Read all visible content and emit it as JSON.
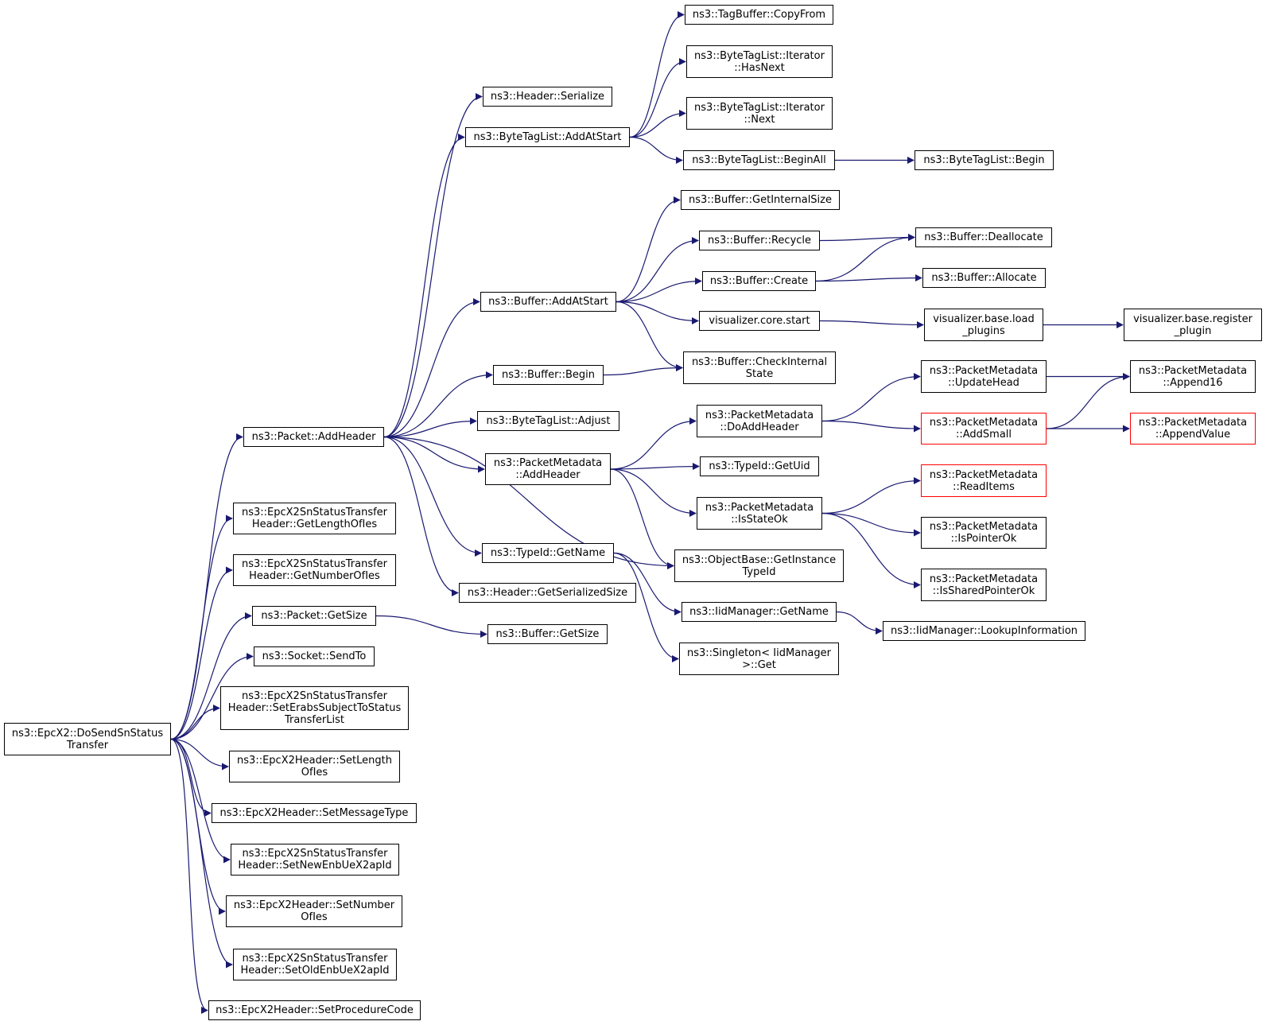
{
  "colors": {
    "edge": "#191970",
    "border": "#000000",
    "highlight_border": "#ff0000",
    "root_fill": "#bfbfbf"
  },
  "nodes": {
    "dosend": {
      "lines": [
        "ns3::EpcX2::DoSendSnStatus",
        "Transfer"
      ],
      "style": "root"
    },
    "pkt_addheader": {
      "lines": [
        "ns3::Packet::AddHeader"
      ]
    },
    "getlengthofies": {
      "lines": [
        "ns3::EpcX2SnStatusTransfer",
        "Header::GetLengthOfIes"
      ]
    },
    "getnumberofies": {
      "lines": [
        "ns3::EpcX2SnStatusTransfer",
        "Header::GetNumberOfIes"
      ]
    },
    "pkt_getsize": {
      "lines": [
        "ns3::Packet::GetSize"
      ]
    },
    "socket_sendto": {
      "lines": [
        "ns3::Socket::SendTo"
      ]
    },
    "seterabs": {
      "lines": [
        "ns3::EpcX2SnStatusTransfer",
        "Header::SetErabsSubjectToStatus",
        "TransferList"
      ]
    },
    "setlengthofies": {
      "lines": [
        "ns3::EpcX2Header::SetLength",
        "OfIes"
      ]
    },
    "setmessagetype": {
      "lines": [
        "ns3::EpcX2Header::SetMessageType"
      ]
    },
    "setnewenb": {
      "lines": [
        "ns3::EpcX2SnStatusTransfer",
        "Header::SetNewEnbUeX2apId"
      ]
    },
    "setnumberofies": {
      "lines": [
        "ns3::EpcX2Header::SetNumber",
        "OfIes"
      ]
    },
    "setoldenb": {
      "lines": [
        "ns3::EpcX2SnStatusTransfer",
        "Header::SetOldEnbUeX2apId"
      ]
    },
    "setprocedurecode": {
      "lines": [
        "ns3::EpcX2Header::SetProcedureCode"
      ]
    },
    "header_serialize": {
      "lines": [
        "ns3::Header::Serialize"
      ]
    },
    "btl_addatstart": {
      "lines": [
        "ns3::ByteTagList::AddAtStart"
      ]
    },
    "buf_addatstart": {
      "lines": [
        "ns3::Buffer::AddAtStart"
      ]
    },
    "buf_begin": {
      "lines": [
        "ns3::Buffer::Begin"
      ]
    },
    "btl_adjust": {
      "lines": [
        "ns3::ByteTagList::Adjust"
      ]
    },
    "pm_addheader": {
      "lines": [
        "ns3::PacketMetadata",
        "::AddHeader"
      ]
    },
    "typeid_getname": {
      "lines": [
        "ns3::TypeId::GetName"
      ]
    },
    "header_getserializedsize": {
      "lines": [
        "ns3::Header::GetSerializedSize"
      ]
    },
    "buf_getsize": {
      "lines": [
        "ns3::Buffer::GetSize"
      ]
    },
    "tagbuffer_copyfrom": {
      "lines": [
        "ns3::TagBuffer::CopyFrom"
      ]
    },
    "btl_it_hasnext": {
      "lines": [
        "ns3::ByteTagList::Iterator",
        "::HasNext"
      ]
    },
    "btl_it_next": {
      "lines": [
        "ns3::ByteTagList::Iterator",
        "::Next"
      ]
    },
    "btl_beginall": {
      "lines": [
        "ns3::ByteTagList::BeginAll"
      ]
    },
    "buf_getinternalsize": {
      "lines": [
        "ns3::Buffer::GetInternalSize"
      ]
    },
    "buf_recycle": {
      "lines": [
        "ns3::Buffer::Recycle"
      ]
    },
    "buf_create": {
      "lines": [
        "ns3::Buffer::Create"
      ]
    },
    "vis_core_start": {
      "lines": [
        "visualizer.core.start"
      ]
    },
    "buf_checkinternalstate": {
      "lines": [
        "ns3::Buffer::CheckInternal",
        "State"
      ]
    },
    "pm_doaddheader": {
      "lines": [
        "ns3::PacketMetadata",
        "::DoAddHeader"
      ]
    },
    "typeid_getuid": {
      "lines": [
        "ns3::TypeId::GetUid"
      ]
    },
    "pm_isstateok": {
      "lines": [
        "ns3::PacketMetadata",
        "::IsStateOk"
      ]
    },
    "objbase_getinstancetypeid": {
      "lines": [
        "ns3::ObjectBase::GetInstance",
        "TypeId"
      ]
    },
    "iidmanager_getname": {
      "lines": [
        "ns3::IidManager::GetName"
      ]
    },
    "singleton_get": {
      "lines": [
        "ns3::Singleton< IidManager",
        ">::Get"
      ]
    },
    "btl_begin": {
      "lines": [
        "ns3::ByteTagList::Begin"
      ]
    },
    "buf_deallocate": {
      "lines": [
        "ns3::Buffer::Deallocate"
      ]
    },
    "buf_allocate": {
      "lines": [
        "ns3::Buffer::Allocate"
      ]
    },
    "vis_base_load_plugins": {
      "lines": [
        "visualizer.base.load",
        "_plugins"
      ]
    },
    "pm_updatehead": {
      "lines": [
        "ns3::PacketMetadata",
        "::UpdateHead"
      ]
    },
    "pm_addsmall": {
      "lines": [
        "ns3::PacketMetadata",
        "::AddSmall"
      ],
      "style": "red"
    },
    "pm_readitems": {
      "lines": [
        "ns3::PacketMetadata",
        "::ReadItems"
      ],
      "style": "red"
    },
    "pm_ispointerok": {
      "lines": [
        "ns3::PacketMetadata",
        "::IsPointerOk"
      ]
    },
    "pm_issharedpointerok": {
      "lines": [
        "ns3::PacketMetadata",
        "::IsSharedPointerOk"
      ]
    },
    "iidmanager_lookupinformation": {
      "lines": [
        "ns3::IidManager::LookupInformation"
      ]
    },
    "vis_base_register_plugin": {
      "lines": [
        "visualizer.base.register",
        "_plugin"
      ]
    },
    "pm_append16": {
      "lines": [
        "ns3::PacketMetadata",
        "::Append16"
      ]
    },
    "pm_appendvalue": {
      "lines": [
        "ns3::PacketMetadata",
        "::AppendValue"
      ],
      "style": "red"
    }
  },
  "edges": [
    [
      "dosend",
      "pkt_addheader"
    ],
    [
      "dosend",
      "getlengthofies"
    ],
    [
      "dosend",
      "getnumberofies"
    ],
    [
      "dosend",
      "pkt_getsize"
    ],
    [
      "dosend",
      "socket_sendto"
    ],
    [
      "dosend",
      "seterabs"
    ],
    [
      "dosend",
      "setlengthofies"
    ],
    [
      "dosend",
      "setmessagetype"
    ],
    [
      "dosend",
      "setnewenb"
    ],
    [
      "dosend",
      "setnumberofies"
    ],
    [
      "dosend",
      "setoldenb"
    ],
    [
      "dosend",
      "setprocedurecode"
    ],
    [
      "pkt_addheader",
      "header_serialize"
    ],
    [
      "pkt_addheader",
      "btl_addatstart"
    ],
    [
      "pkt_addheader",
      "buf_addatstart"
    ],
    [
      "pkt_addheader",
      "buf_begin"
    ],
    [
      "pkt_addheader",
      "btl_adjust"
    ],
    [
      "pkt_addheader",
      "pm_addheader"
    ],
    [
      "pkt_addheader",
      "typeid_getname"
    ],
    [
      "pkt_addheader",
      "header_getserializedsize"
    ],
    [
      "pkt_addheader",
      "objbase_getinstancetypeid"
    ],
    [
      "pkt_getsize",
      "buf_getsize"
    ],
    [
      "btl_addatstart",
      "tagbuffer_copyfrom"
    ],
    [
      "btl_addatstart",
      "btl_it_hasnext"
    ],
    [
      "btl_addatstart",
      "btl_it_next"
    ],
    [
      "btl_addatstart",
      "btl_beginall"
    ],
    [
      "btl_beginall",
      "btl_begin"
    ],
    [
      "buf_addatstart",
      "buf_getinternalsize"
    ],
    [
      "buf_addatstart",
      "buf_recycle"
    ],
    [
      "buf_addatstart",
      "buf_create"
    ],
    [
      "buf_addatstart",
      "vis_core_start"
    ],
    [
      "buf_addatstart",
      "buf_checkinternalstate"
    ],
    [
      "buf_begin",
      "buf_checkinternalstate"
    ],
    [
      "buf_recycle",
      "buf_deallocate"
    ],
    [
      "buf_create",
      "buf_deallocate"
    ],
    [
      "buf_create",
      "buf_allocate"
    ],
    [
      "vis_core_start",
      "vis_base_load_plugins"
    ],
    [
      "vis_base_load_plugins",
      "vis_base_register_plugin"
    ],
    [
      "pm_addheader",
      "pm_doaddheader"
    ],
    [
      "pm_addheader",
      "typeid_getuid"
    ],
    [
      "pm_addheader",
      "pm_isstateok"
    ],
    [
      "pm_addheader",
      "objbase_getinstancetypeid"
    ],
    [
      "pm_doaddheader",
      "pm_updatehead"
    ],
    [
      "pm_doaddheader",
      "pm_addsmall"
    ],
    [
      "pm_updatehead",
      "pm_append16"
    ],
    [
      "pm_addsmall",
      "pm_append16"
    ],
    [
      "pm_addsmall",
      "pm_appendvalue"
    ],
    [
      "pm_isstateok",
      "pm_readitems"
    ],
    [
      "pm_isstateok",
      "pm_ispointerok"
    ],
    [
      "pm_isstateok",
      "pm_issharedpointerok"
    ],
    [
      "typeid_getname",
      "iidmanager_getname"
    ],
    [
      "typeid_getname",
      "singleton_get"
    ],
    [
      "iidmanager_getname",
      "iidmanager_lookupinformation"
    ]
  ]
}
